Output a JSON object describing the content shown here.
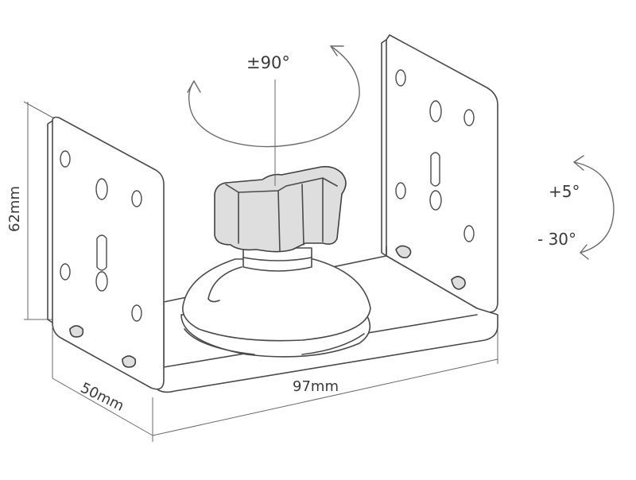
{
  "labels": {
    "rotation": "±90°",
    "tilt_up": "+5°",
    "tilt_down": "- 30°",
    "height": "62mm",
    "depth": "50mm",
    "width": "97mm"
  },
  "colors": {
    "line": "#4a4a4a",
    "fill_shade": "#d9d9d9",
    "background": "#ffffff"
  }
}
